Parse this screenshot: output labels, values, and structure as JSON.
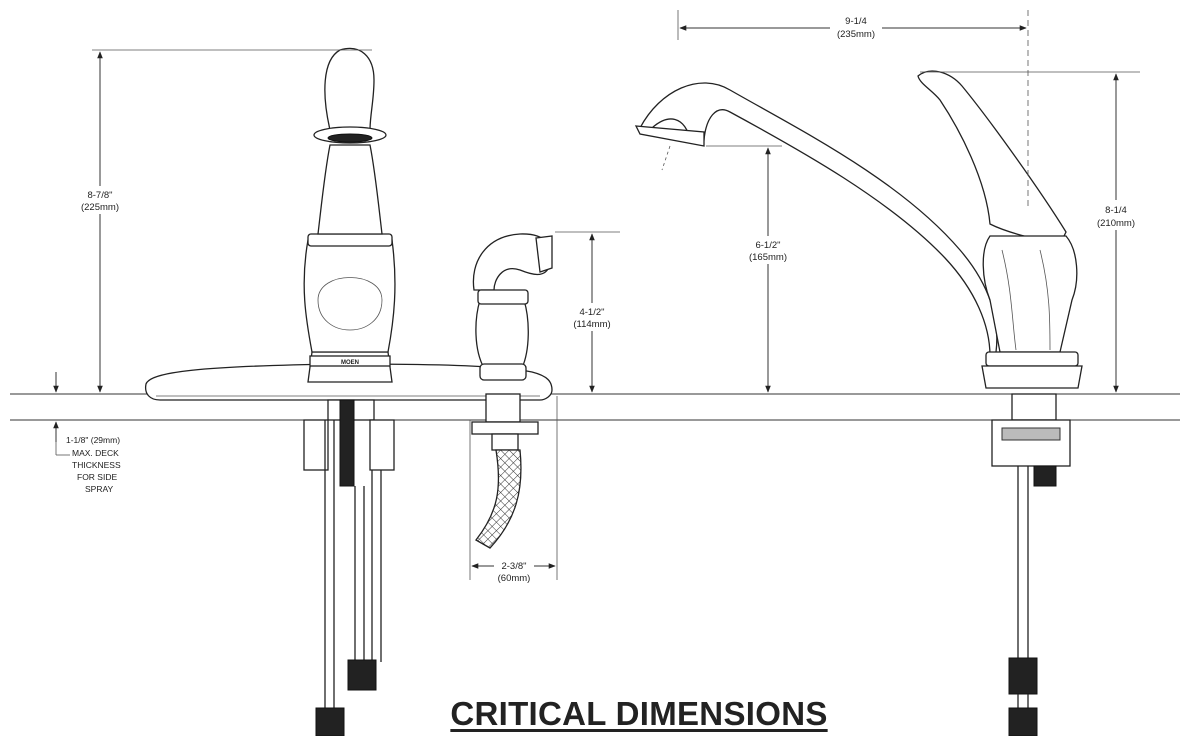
{
  "title": "CRITICAL DIMENSIONS",
  "dimensions": {
    "faucet_height": {
      "imperial": "8-7/8\"",
      "metric": "(225mm)"
    },
    "spray_height": {
      "imperial": "4-1/2\"",
      "metric": "(114mm)"
    },
    "spray_width": {
      "imperial": "2-3/8\"",
      "metric": "(60mm)"
    },
    "spout_reach": {
      "imperial": "9-1/4",
      "metric": "(235mm)"
    },
    "spout_clearance": {
      "imperial": "6-1/2\"",
      "metric": "(165mm)"
    },
    "handle_height": {
      "imperial": "8-1/4",
      "metric": "(210mm)"
    }
  },
  "deck_note": {
    "line1": "1-1/8\" (29mm)",
    "line2": "MAX. DECK",
    "line3": "THICKNESS",
    "line4": "FOR SIDE",
    "line5": "SPRAY"
  },
  "brand_mark": "MOEN"
}
